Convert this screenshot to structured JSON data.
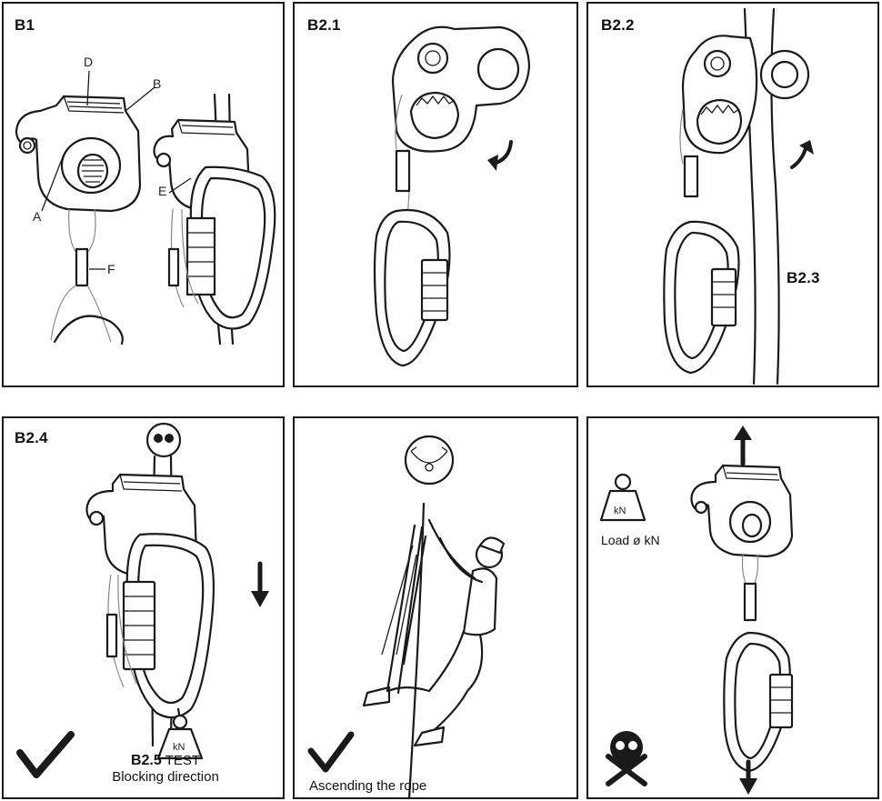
{
  "panels": [
    {
      "id": "b1",
      "label": "B1",
      "callouts": [
        "A",
        "B",
        "D",
        "E",
        "F"
      ]
    },
    {
      "id": "b21",
      "label": "B2.1"
    },
    {
      "id": "b22",
      "label": "B2.2",
      "sublabel": "B2.3"
    },
    {
      "id": "b24",
      "label": "B2.4",
      "caption_bold": "B2.5",
      "caption_rest": "TEST",
      "caption_line2": "Blocking direction"
    },
    {
      "id": "asc",
      "caption": "Ascending the rope"
    },
    {
      "id": "load",
      "load_label": "Load ø kN"
    }
  ],
  "icons": {
    "weight_text": "kN",
    "check": "checkmark-icon",
    "danger": "skull-crossbones-icon",
    "arrows": [
      "arrow-down-icon",
      "arrow-up-icon",
      "curved-arrow-icon"
    ]
  }
}
